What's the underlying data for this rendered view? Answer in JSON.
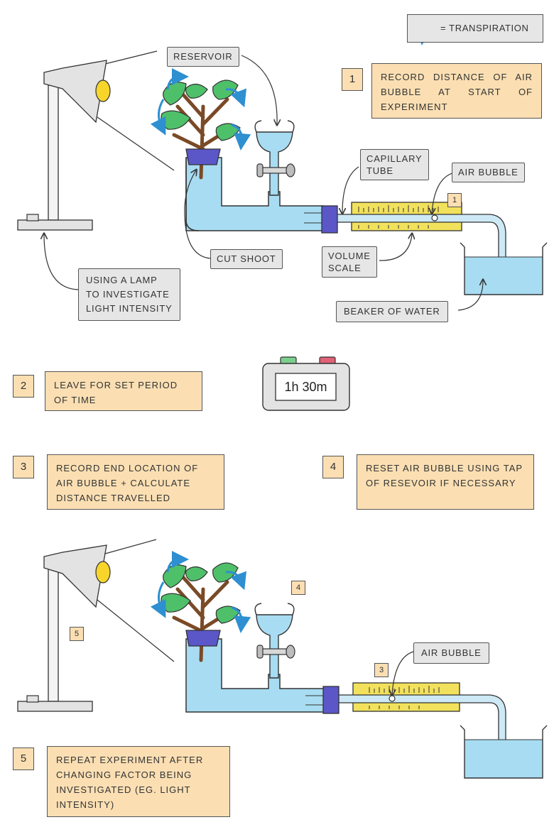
{
  "legend": {
    "text": "= TRANSPIRATION",
    "arrow_color": "#2e8fd1"
  },
  "labels": {
    "reservoir": "RESERVOIR",
    "capillary_tube": "CAPILLARY\nTUBE",
    "capillary_line1": "CAPILLARY",
    "capillary_line2": "TUBE",
    "air_bubble_top": "AIR BUBBLE",
    "cut_shoot": "CUT SHOOT",
    "volume_line1": "VOLUME",
    "volume_line2": "SCALE",
    "lamp_line1": "USING A LAMP",
    "lamp_line2": "TO INVESTIGATE",
    "lamp_line3": "LIGHT INTENSITY",
    "beaker": "BEAKER OF WATER",
    "air_bubble_bottom": "AIR BUBBLE"
  },
  "steps": [
    {
      "num": "1",
      "text": "RECORD DISTANCE OF AIR BUBBLE AT START OF EXPERIMENT"
    },
    {
      "num": "2",
      "text": "LEAVE FOR SET PERIOD OF TIME"
    },
    {
      "num": "3",
      "text": "RECORD END LOCATION OF AIR BUBBLE + CALCULATE DISTANCE TRAVELLED"
    },
    {
      "num": "4",
      "text": "RESET AIR BUBBLE USING TAP OF RESEVOIR IF NECESSARY"
    },
    {
      "num": "5",
      "text": "REPEAT EXPERIMENT AFTER CHANGING FACTOR BEING INVESTIGATED (EG. LIGHT INTENSITY)"
    }
  ],
  "markers": {
    "m1": "1",
    "m3": "3",
    "m4": "4",
    "m5": "5"
  },
  "timer": {
    "display": "1h 30m",
    "button_left_color": "#7ccf8e",
    "button_right_color": "#e06277"
  },
  "colors": {
    "water": "#a8dcf2",
    "scale": "#f2e15c",
    "bung": "#5b57c8",
    "leaf": "#4fc06a",
    "stem": "#7a4a26",
    "lamp_bulb": "#f7d52b",
    "lamp_body": "#e3e3e3",
    "step_fill": "#fbdfb3",
    "tag_fill": "#e6e6e6"
  }
}
